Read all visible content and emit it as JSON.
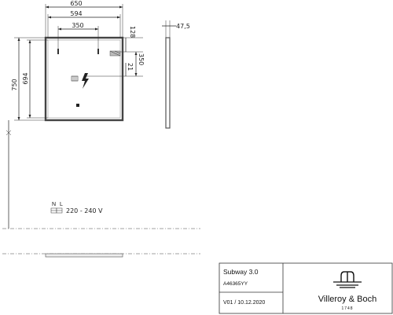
{
  "dimensions": {
    "overall_width": "650",
    "inner_width": "594",
    "button_spacing": "350",
    "top_offset": "128",
    "depth": "47,5",
    "vertical_span": "350",
    "offset_small": "21",
    "overall_height": "750",
    "inner_height": "694"
  },
  "electrical": {
    "neutral_label": "N",
    "live_label": "L",
    "voltage": "220 - 240 V"
  },
  "title_block": {
    "product_name": "Subway 3.0",
    "article_number": "A46365YY",
    "version": "V01 / 10.12.2020",
    "brand": "Villeroy & Boch",
    "brand_year": "1748"
  },
  "icons": {
    "power": "lightning-icon",
    "logo": "fountain-logo-icon"
  }
}
